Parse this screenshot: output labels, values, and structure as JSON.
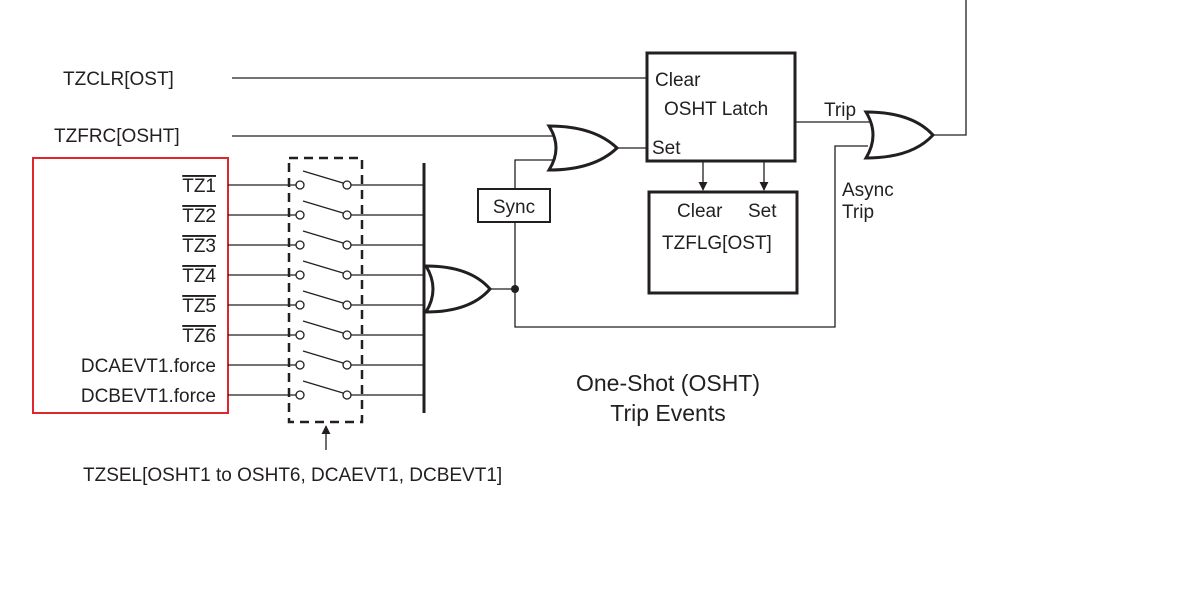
{
  "inputs": {
    "tzclr": "TZCLR[OST]",
    "tzfrc": "TZFRC[OSHT]"
  },
  "trip_sources": [
    "TZ1",
    "TZ2",
    "TZ3",
    "TZ4",
    "TZ5",
    "TZ6",
    "DCAEVT1.force",
    "DCBEVT1.force"
  ],
  "overlined_sources": [
    true,
    true,
    true,
    true,
    true,
    true,
    false,
    false
  ],
  "highlight_color": "#e0262d",
  "latch": {
    "clear": "Clear",
    "title": "OSHT Latch",
    "set": "Set"
  },
  "flag": {
    "clear": "Clear",
    "set": "Set",
    "title": "TZFLG[OST]"
  },
  "sync_label": "Sync",
  "trip_label": "Trip",
  "async_trip": [
    "Async",
    "Trip"
  ],
  "caption": [
    "One-Shot (OSHT)",
    "Trip Events"
  ],
  "tzsel_label": "TZSEL[OSHT1 to OSHT6, DCAEVT1, DCBEVT1]"
}
